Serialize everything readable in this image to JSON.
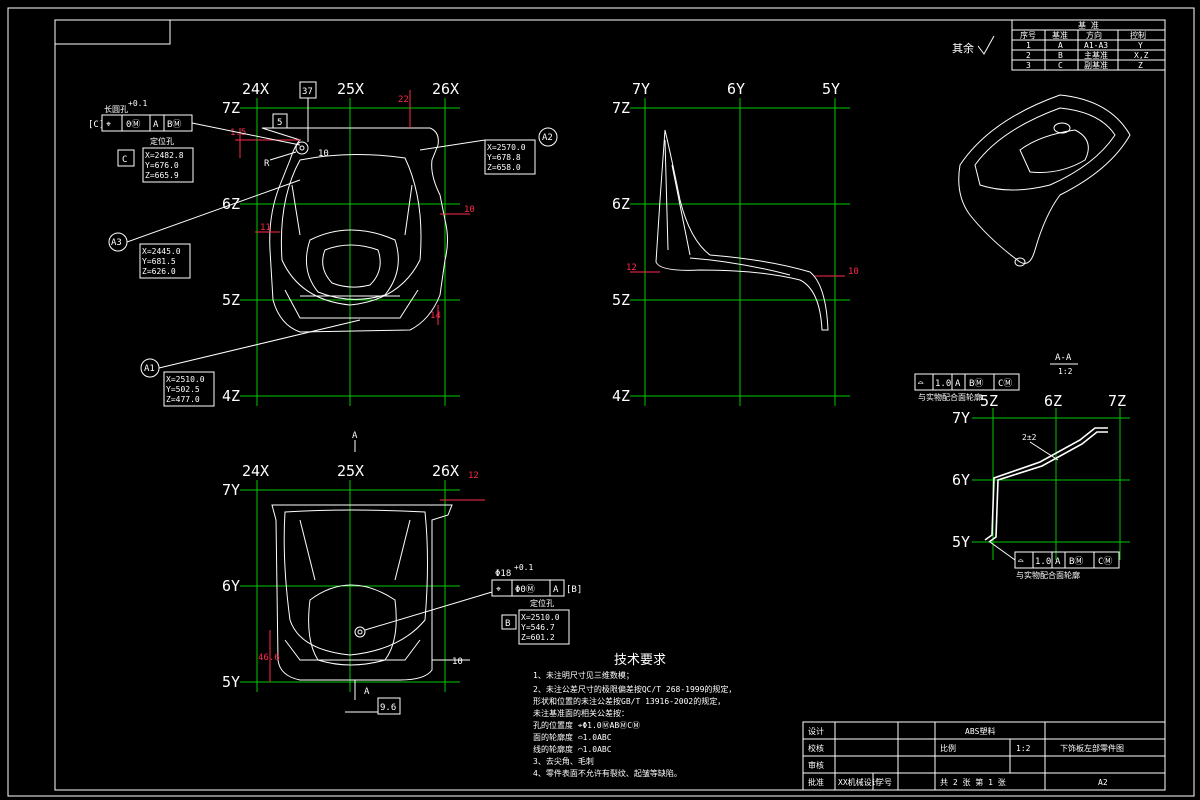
{
  "grid": {
    "front": {
      "x": [
        "24X",
        "25X",
        "26X"
      ],
      "z": [
        "7Z",
        "6Z",
        "5Z",
        "4Z"
      ]
    },
    "side": {
      "y": [
        "7Y",
        "6Y",
        "5Y"
      ],
      "z": [
        "7Z",
        "6Z",
        "5Z",
        "4Z"
      ]
    },
    "top": {
      "x": [
        "24X",
        "25X",
        "26X"
      ],
      "y": [
        "7Y",
        "6Y",
        "5Y"
      ]
    },
    "section": {
      "z": [
        "5Z",
        "6Z",
        "7Z"
      ],
      "y": [
        "7Y",
        "6Y",
        "5Y"
      ]
    }
  },
  "datum_table": {
    "title": "基 准",
    "headers": [
      "序号",
      "基准",
      "方向",
      "控制"
    ],
    "rows": [
      [
        "1",
        "A",
        "A1-A3",
        "Y"
      ],
      [
        "2",
        "B",
        "主基准",
        "X,Z"
      ],
      [
        "3",
        "C",
        "副基准",
        "Z"
      ]
    ]
  },
  "roughness_note": "其余",
  "callouts": {
    "a1": {
      "label": "A1",
      "coords": [
        "X=2510.0",
        "Y=502.5",
        "Z=477.0"
      ]
    },
    "a2": {
      "label": "A2",
      "coords": [
        "X=2570.0",
        "Y=678.8",
        "Z=658.0"
      ]
    },
    "a3": {
      "label": "A3",
      "coords": [
        "X=2445.0",
        "Y=681.5",
        "Z=626.0"
      ]
    },
    "hole_c": {
      "tag": "[C]",
      "label": "长圆孔",
      "tol": "+0.1",
      "fcf": [
        "⌖",
        "0Ⓜ",
        "A",
        "BⓂ"
      ],
      "datum": "C",
      "sub": "定位孔",
      "coords": [
        "X=2482.8",
        "Y=676.0",
        "Z=665.9"
      ]
    },
    "hole_b": {
      "tag": "[B]",
      "size": "Φ18",
      "tol": "+0.1",
      "fcf": [
        "⌖",
        "Φ0Ⓜ",
        "A"
      ],
      "datum": "B",
      "sub": "定位孔",
      "coords": [
        "X=2510.0",
        "Y=546.7",
        "Z=601.2"
      ]
    }
  },
  "dims": {
    "d37": "37",
    "d5": "5",
    "d10a": "10",
    "d22": "22",
    "d10b": "10",
    "d11": "11",
    "d14": "14",
    "d12": "12",
    "d10c": "10",
    "d10d": "10",
    "d46": "46.6",
    "d96": "9.6",
    "d12b": "12",
    "dR": "R",
    "d15": "1.5"
  },
  "section": {
    "title": "A-A",
    "scale": "1:2",
    "note": "2±2",
    "fcf_top": [
      "⌓",
      "1.0",
      "A",
      "BⓂ",
      "CⓂ"
    ],
    "fcf_bottom": [
      "⌓",
      "1.0",
      "A",
      "BⓂ",
      "CⓂ"
    ],
    "cap_top": "与实物配合面轮廓",
    "cap_bottom": "与实物配合面轮廓"
  },
  "cut_label": "A",
  "tech": {
    "title": "技术要求",
    "lines": [
      "1、未注明尺寸见三维数模；",
      "2、未注公差尺寸的极限偏差按QC/T 268-1999的规定，",
      "   形状和位置的未注公差按GB/T 13916-2002的规定，",
      "   未注基准面的相关公差按：",
      "   孔的位置度 ⌖Φ1.0ⓂABⓂCⓂ",
      "   面的轮廓度 ⌓1.0ABC",
      "   线的轮廓度 ⌒1.0ABC",
      "3、去尖角、毛刺",
      "4、零件表面不允许有裂纹、起皱等缺陷。"
    ]
  },
  "title_block": {
    "design": "设计",
    "check": "校核",
    "review": "审核",
    "approve": "批准",
    "school": "XX机械设计",
    "student": "学号",
    "material": "ABS塑料",
    "scale_label": "比例",
    "scale": "1:2",
    "sheets": "共 2 张  第 1 张",
    "part": "下饰板左部零件图",
    "size": "A2"
  }
}
